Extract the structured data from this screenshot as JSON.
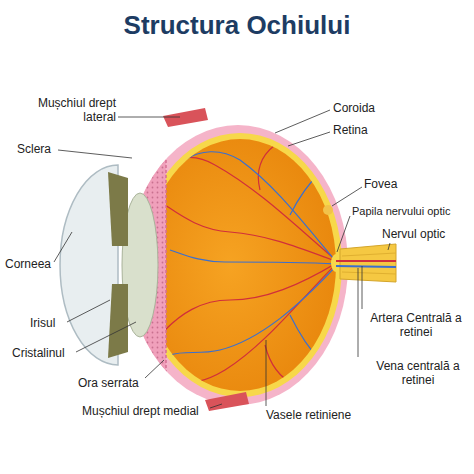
{
  "diagram": {
    "title": "Structura Ochiului",
    "labels": [
      "Mușchiul drept lateral",
      "Sclera",
      "Corneea",
      "Irisul",
      "Cristalinul",
      "Ora serrata",
      "Mușchiul drept medial",
      "Coroida",
      "Retina",
      "Fovea",
      "Papila nervului optic",
      "Nervul optic",
      "Artera Centrală a retinei",
      "Vena centrală a retinei",
      "Vasele retiniene"
    ]
  }
}
